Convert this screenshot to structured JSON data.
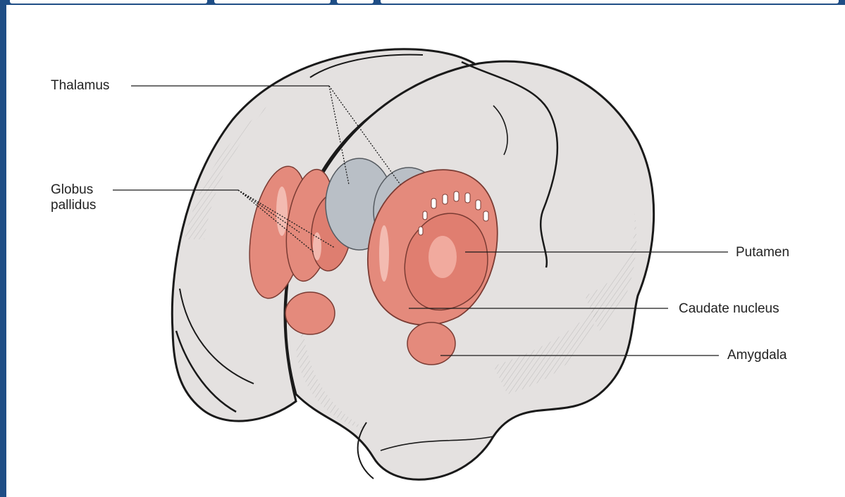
{
  "labels": {
    "thalamus": "Thalamus",
    "globus_pallidus_line1": "Globus",
    "globus_pallidus_line2": "pallidus",
    "putamen": "Putamen",
    "caudate_nucleus": "Caudate nucleus",
    "amygdala": "Amygdala"
  },
  "colors": {
    "frame": "#1f4e86",
    "brain": "#e4e1e0",
    "nuclei_red": "#e48a7c",
    "thalamus_grey": "#b9bfc6",
    "outline": "#1a1a1a"
  }
}
